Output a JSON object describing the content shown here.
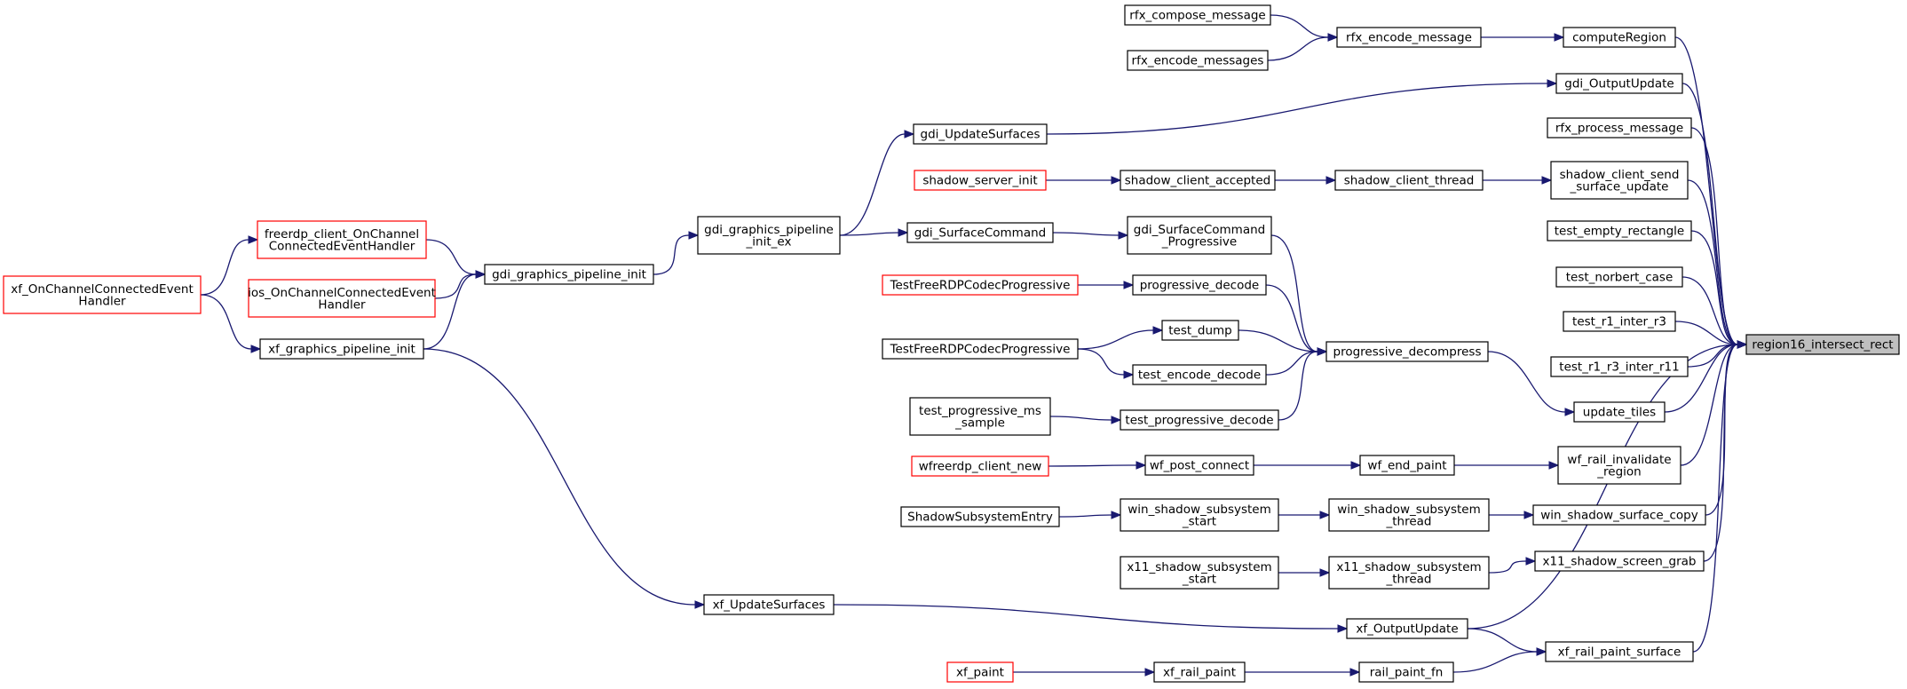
{
  "nodes": [
    {
      "id": "region16_intersect_rect",
      "lines": [
        "region16_intersect_rect"
      ],
      "style": "target"
    },
    {
      "id": "computeRegion",
      "lines": [
        "computeRegion"
      ],
      "style": "normal"
    },
    {
      "id": "gdi_OutputUpdate",
      "lines": [
        "gdi_OutputUpdate"
      ],
      "style": "normal"
    },
    {
      "id": "rfx_process_message",
      "lines": [
        "rfx_process_message"
      ],
      "style": "normal"
    },
    {
      "id": "shadow_client_send_surface_update",
      "lines": [
        "shadow_client_send",
        "_surface_update"
      ],
      "style": "normal"
    },
    {
      "id": "test_empty_rectangle",
      "lines": [
        "test_empty_rectangle"
      ],
      "style": "normal"
    },
    {
      "id": "test_norbert_case",
      "lines": [
        "test_norbert_case"
      ],
      "style": "normal"
    },
    {
      "id": "test_r1_inter_r3",
      "lines": [
        "test_r1_inter_r3"
      ],
      "style": "normal"
    },
    {
      "id": "test_r1_r3_inter_r11",
      "lines": [
        "test_r1_r3_inter_r11"
      ],
      "style": "normal"
    },
    {
      "id": "update_tiles",
      "lines": [
        "update_tiles"
      ],
      "style": "normal"
    },
    {
      "id": "wf_rail_invalidate_region",
      "lines": [
        "wf_rail_invalidate",
        "_region"
      ],
      "style": "normal"
    },
    {
      "id": "win_shadow_surface_copy",
      "lines": [
        "win_shadow_surface_copy"
      ],
      "style": "normal"
    },
    {
      "id": "x11_shadow_screen_grab",
      "lines": [
        "x11_shadow_screen_grab"
      ],
      "style": "normal"
    },
    {
      "id": "xf_rail_paint_surface",
      "lines": [
        "xf_rail_paint_surface"
      ],
      "style": "normal"
    },
    {
      "id": "rfx_encode_message",
      "lines": [
        "rfx_encode_message"
      ],
      "style": "normal"
    },
    {
      "id": "rfx_compose_message",
      "lines": [
        "rfx_compose_message"
      ],
      "style": "normal"
    },
    {
      "id": "rfx_encode_messages",
      "lines": [
        "rfx_encode_messages"
      ],
      "style": "normal"
    },
    {
      "id": "gdi_UpdateSurfaces",
      "lines": [
        "gdi_UpdateSurfaces"
      ],
      "style": "normal"
    },
    {
      "id": "shadow_client_thread",
      "lines": [
        "shadow_client_thread"
      ],
      "style": "normal"
    },
    {
      "id": "shadow_client_accepted",
      "lines": [
        "shadow_client_accepted"
      ],
      "style": "normal"
    },
    {
      "id": "shadow_server_init",
      "lines": [
        "shadow_server_init"
      ],
      "style": "red"
    },
    {
      "id": "progressive_decompress",
      "lines": [
        "progressive_decompress"
      ],
      "style": "normal"
    },
    {
      "id": "gdi_SurfaceCommand_Progressive",
      "lines": [
        "gdi_SurfaceCommand",
        "_Progressive"
      ],
      "style": "normal"
    },
    {
      "id": "progressive_decode",
      "lines": [
        "progressive_decode"
      ],
      "style": "normal"
    },
    {
      "id": "test_dump",
      "lines": [
        "test_dump"
      ],
      "style": "normal"
    },
    {
      "id": "test_encode_decode",
      "lines": [
        "test_encode_decode"
      ],
      "style": "normal"
    },
    {
      "id": "test_progressive_decode",
      "lines": [
        "test_progressive_decode"
      ],
      "style": "normal"
    },
    {
      "id": "gdi_SurfaceCommand",
      "lines": [
        "gdi_SurfaceCommand"
      ],
      "style": "normal"
    },
    {
      "id": "TestFreeRDPCodecProgressive_red",
      "lines": [
        "TestFreeRDPCodecProgressive"
      ],
      "style": "red"
    },
    {
      "id": "TestFreeRDPCodecProgressive",
      "lines": [
        "TestFreeRDPCodecProgressive"
      ],
      "style": "normal"
    },
    {
      "id": "test_progressive_ms_sample",
      "lines": [
        "test_progressive_ms",
        "_sample"
      ],
      "style": "normal"
    },
    {
      "id": "gdi_graphics_pipeline_init_ex",
      "lines": [
        "gdi_graphics_pipeline",
        "_init_ex"
      ],
      "style": "normal"
    },
    {
      "id": "gdi_graphics_pipeline_init",
      "lines": [
        "gdi_graphics_pipeline_init"
      ],
      "style": "normal"
    },
    {
      "id": "freerdp_client_OnChannelConnectedEventHandler",
      "lines": [
        "freerdp_client_OnChannel",
        "ConnectedEventHandler"
      ],
      "style": "red"
    },
    {
      "id": "ios_OnChannelConnectedEventHandler",
      "lines": [
        "ios_OnChannelConnectedEvent",
        "Handler"
      ],
      "style": "red"
    },
    {
      "id": "xf_graphics_pipeline_init",
      "lines": [
        "xf_graphics_pipeline_init"
      ],
      "style": "normal"
    },
    {
      "id": "xf_OnChannelConnectedEventHandler",
      "lines": [
        "xf_OnChannelConnectedEvent",
        "Handler"
      ],
      "style": "red"
    },
    {
      "id": "wf_end_paint",
      "lines": [
        "wf_end_paint"
      ],
      "style": "normal"
    },
    {
      "id": "wf_post_connect",
      "lines": [
        "wf_post_connect"
      ],
      "style": "normal"
    },
    {
      "id": "wfreerdp_client_new",
      "lines": [
        "wfreerdp_client_new"
      ],
      "style": "red"
    },
    {
      "id": "win_shadow_subsystem_thread",
      "lines": [
        "win_shadow_subsystem",
        "_thread"
      ],
      "style": "normal"
    },
    {
      "id": "win_shadow_subsystem_start",
      "lines": [
        "win_shadow_subsystem",
        "_start"
      ],
      "style": "normal"
    },
    {
      "id": "ShadowSubsystemEntry",
      "lines": [
        "ShadowSubsystemEntry"
      ],
      "style": "normal"
    },
    {
      "id": "x11_shadow_subsystem_thread",
      "lines": [
        "x11_shadow_subsystem",
        "_thread"
      ],
      "style": "normal"
    },
    {
      "id": "x11_shadow_subsystem_start",
      "lines": [
        "x11_shadow_subsystem",
        "_start"
      ],
      "style": "normal"
    },
    {
      "id": "xf_OutputUpdate",
      "lines": [
        "xf_OutputUpdate"
      ],
      "style": "normal"
    },
    {
      "id": "xf_UpdateSurfaces",
      "lines": [
        "xf_UpdateSurfaces"
      ],
      "style": "normal"
    },
    {
      "id": "rail_paint_fn",
      "lines": [
        "rail_paint_fn"
      ],
      "style": "normal"
    },
    {
      "id": "xf_rail_paint",
      "lines": [
        "xf_rail_paint"
      ],
      "style": "normal"
    },
    {
      "id": "xf_paint",
      "lines": [
        "xf_paint"
      ],
      "style": "red"
    }
  ],
  "edges": [
    [
      "computeRegion",
      "region16_intersect_rect"
    ],
    [
      "gdi_OutputUpdate",
      "region16_intersect_rect"
    ],
    [
      "rfx_process_message",
      "region16_intersect_rect"
    ],
    [
      "shadow_client_send_surface_update",
      "region16_intersect_rect"
    ],
    [
      "test_empty_rectangle",
      "region16_intersect_rect"
    ],
    [
      "test_norbert_case",
      "region16_intersect_rect"
    ],
    [
      "test_r1_inter_r3",
      "region16_intersect_rect"
    ],
    [
      "test_r1_r3_inter_r11",
      "region16_intersect_rect"
    ],
    [
      "update_tiles",
      "region16_intersect_rect"
    ],
    [
      "wf_rail_invalidate_region",
      "region16_intersect_rect"
    ],
    [
      "win_shadow_surface_copy",
      "region16_intersect_rect"
    ],
    [
      "x11_shadow_screen_grab",
      "region16_intersect_rect"
    ],
    [
      "xf_OutputUpdate",
      "region16_intersect_rect"
    ],
    [
      "xf_rail_paint_surface",
      "region16_intersect_rect"
    ],
    [
      "rfx_encode_message",
      "computeRegion"
    ],
    [
      "rfx_compose_message",
      "rfx_encode_message"
    ],
    [
      "rfx_encode_messages",
      "rfx_encode_message"
    ],
    [
      "gdi_UpdateSurfaces",
      "gdi_OutputUpdate"
    ],
    [
      "gdi_graphics_pipeline_init_ex",
      "gdi_UpdateSurfaces"
    ],
    [
      "shadow_client_thread",
      "shadow_client_send_surface_update"
    ],
    [
      "shadow_client_accepted",
      "shadow_client_thread"
    ],
    [
      "shadow_server_init",
      "shadow_client_accepted"
    ],
    [
      "progressive_decompress",
      "update_tiles"
    ],
    [
      "gdi_SurfaceCommand_Progressive",
      "progressive_decompress"
    ],
    [
      "progressive_decode",
      "progressive_decompress"
    ],
    [
      "test_dump",
      "progressive_decompress"
    ],
    [
      "test_encode_decode",
      "progressive_decompress"
    ],
    [
      "test_progressive_decode",
      "progressive_decompress"
    ],
    [
      "gdi_SurfaceCommand",
      "gdi_SurfaceCommand_Progressive"
    ],
    [
      "gdi_graphics_pipeline_init_ex",
      "gdi_SurfaceCommand"
    ],
    [
      "TestFreeRDPCodecProgressive_red",
      "progressive_decode"
    ],
    [
      "TestFreeRDPCodecProgressive",
      "test_dump"
    ],
    [
      "TestFreeRDPCodecProgressive",
      "test_encode_decode"
    ],
    [
      "test_progressive_ms_sample",
      "test_progressive_decode"
    ],
    [
      "gdi_graphics_pipeline_init",
      "gdi_graphics_pipeline_init_ex"
    ],
    [
      "freerdp_client_OnChannelConnectedEventHandler",
      "gdi_graphics_pipeline_init"
    ],
    [
      "ios_OnChannelConnectedEventHandler",
      "gdi_graphics_pipeline_init"
    ],
    [
      "xf_graphics_pipeline_init",
      "gdi_graphics_pipeline_init"
    ],
    [
      "xf_OnChannelConnectedEventHandler",
      "freerdp_client_OnChannelConnectedEventHandler"
    ],
    [
      "xf_OnChannelConnectedEventHandler",
      "xf_graphics_pipeline_init"
    ],
    [
      "xf_graphics_pipeline_init",
      "xf_UpdateSurfaces"
    ],
    [
      "wf_end_paint",
      "wf_rail_invalidate_region"
    ],
    [
      "wf_post_connect",
      "wf_end_paint"
    ],
    [
      "wfreerdp_client_new",
      "wf_post_connect"
    ],
    [
      "win_shadow_subsystem_thread",
      "win_shadow_surface_copy"
    ],
    [
      "win_shadow_subsystem_start",
      "win_shadow_subsystem_thread"
    ],
    [
      "ShadowSubsystemEntry",
      "win_shadow_subsystem_start"
    ],
    [
      "x11_shadow_subsystem_thread",
      "x11_shadow_screen_grab"
    ],
    [
      "x11_shadow_subsystem_start",
      "x11_shadow_subsystem_thread"
    ],
    [
      "xf_OutputUpdate",
      "xf_rail_paint_surface"
    ],
    [
      "xf_UpdateSurfaces",
      "xf_OutputUpdate"
    ],
    [
      "rail_paint_fn",
      "xf_rail_paint_surface"
    ],
    [
      "xf_rail_paint",
      "rail_paint_fn"
    ],
    [
      "xf_paint",
      "xf_rail_paint"
    ]
  ]
}
